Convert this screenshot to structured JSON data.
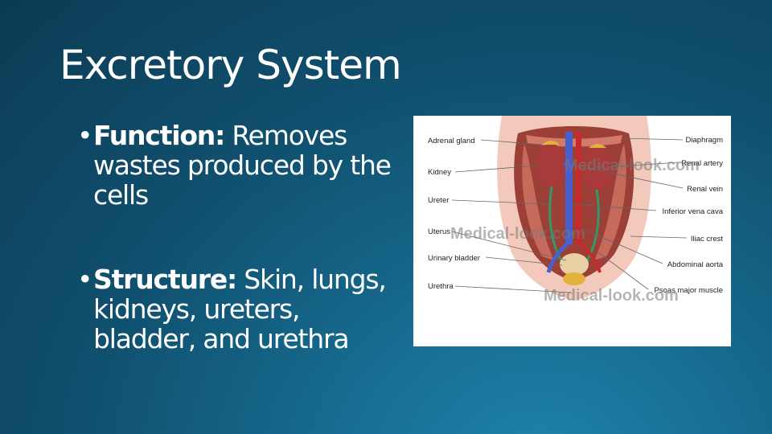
{
  "slide": {
    "title": "Excretory System",
    "bullets": [
      {
        "label": "Function:",
        "text": " Removes wastes produced by the cells"
      },
      {
        "label": "Structure:",
        "text": " Skin, lungs, kidneys, ureters, bladder, and urethra"
      }
    ],
    "bullet_glyph": "•"
  },
  "figure": {
    "labels_left": [
      "Adrenal gland",
      "Kidney",
      "Ureter",
      "Uterus",
      "Urinary bladder",
      "Urethra"
    ],
    "labels_right": [
      "Diaphragm",
      "Renal artery",
      "Renal vein",
      "Inferior vena cava",
      "Iliac crest",
      "Abdominal aorta",
      "Psoas major muscle"
    ],
    "watermark": "Medical-look.com",
    "colors": {
      "background": "#10506f",
      "muscle": "#b8564a",
      "vein": "#4a5fcf",
      "artery": "#c62a2a",
      "ureter": "#2f9a6a",
      "skin": "#f2c9ba"
    }
  }
}
